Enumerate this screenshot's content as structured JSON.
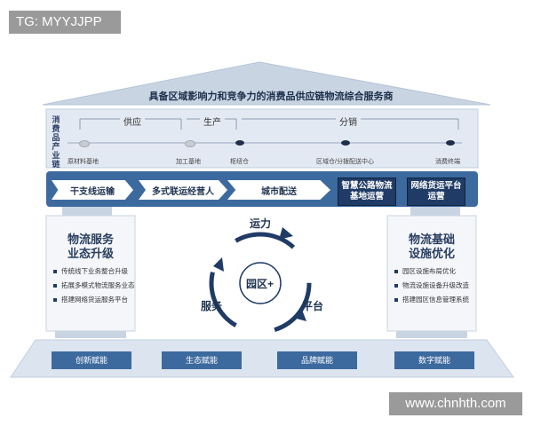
{
  "header_tag": "TG: MYYJJPP",
  "watermark": "www.chnhth.com",
  "roof": {
    "title": "具备区域影响力和竞争力的消费品供应链物流综合服务商"
  },
  "chain": {
    "side_label": "消费品产业链",
    "segments": [
      "供应",
      "生产",
      "分销"
    ],
    "nodes": [
      "原材料基地",
      "加工基地",
      "枢纽仓",
      "区域仓/分拨配送中心",
      "消费终端"
    ]
  },
  "services": {
    "arrows": [
      "干支线运输",
      "多式联运经营人",
      "城市配送"
    ],
    "boxes": [
      "智慧公路物流基地运营",
      "网络货运平台运营"
    ]
  },
  "left_panel": {
    "title_line1": "物流服务",
    "title_line2": "业态升级",
    "bullets": [
      "传统线下业务整合升级",
      "拓展多模式物流服务业态",
      "搭建网络货运服务平台"
    ]
  },
  "right_panel": {
    "title_line1": "物流基础",
    "title_line2": "设施优化",
    "bullets": [
      "园区设施布局优化",
      "物流设施设备升级改造",
      "搭建园区信息管理系统"
    ]
  },
  "cycle": {
    "top": "运力",
    "left": "服务",
    "right": "平台",
    "center": "园区+"
  },
  "foundation": [
    "创新赋能",
    "生态赋能",
    "品牌赋能",
    "数字赋能"
  ],
  "colors": {
    "navy": "#1f3b66",
    "roof": "#c9d4e3",
    "band": "#e3e9f2",
    "pillar_bg": "#eef2f8"
  }
}
